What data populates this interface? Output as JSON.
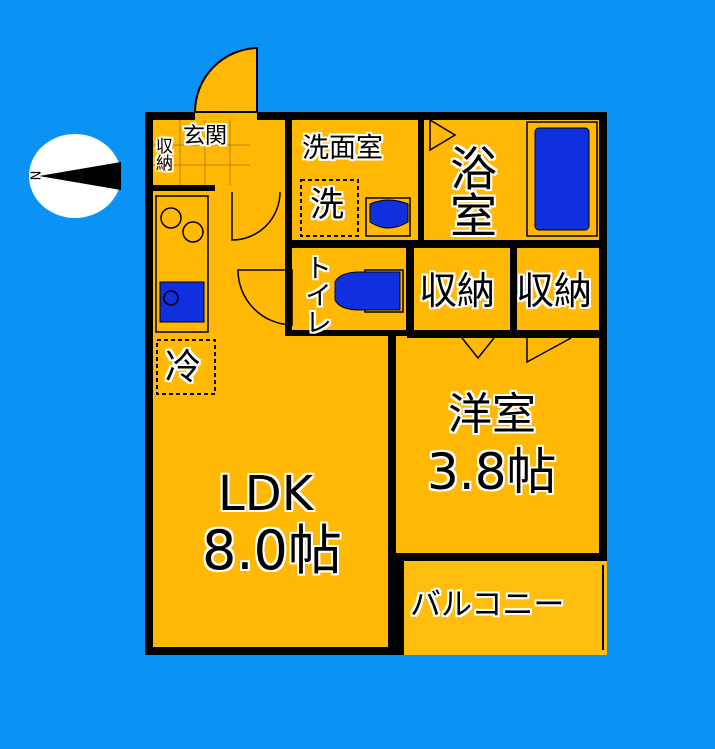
{
  "rooms": {
    "entrance": "玄関",
    "storage_small": "収納",
    "washroom": "洗面室",
    "washer": "洗",
    "bath": "浴室",
    "toilet": "トイレ",
    "storage_a": "収納",
    "storage_b": "収納",
    "fridge": "冷",
    "western_room": {
      "name": "洋室",
      "size": "3.8帖"
    },
    "ldk": {
      "name": "LDK",
      "size": "8.0帖"
    },
    "balcony": "バルコニー"
  },
  "compass": {
    "label": "N"
  },
  "colors": {
    "background": "#0a93f5",
    "floor": "#ffb803",
    "wall": "#000000",
    "fixture": "#1030e0"
  }
}
